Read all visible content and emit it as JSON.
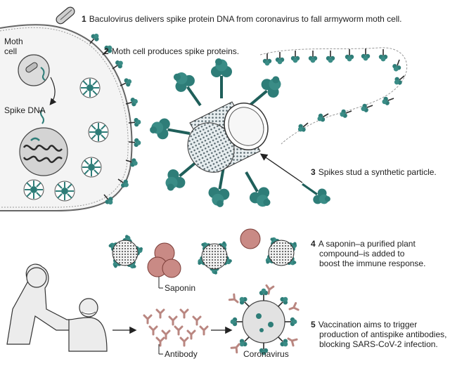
{
  "steps": [
    {
      "num": "1",
      "text": "Baculovirus delivers spike protein DNA from coronavirus to fall armyworm moth cell."
    },
    {
      "num": "2",
      "text": "Moth cell produces spike proteins."
    },
    {
      "num": "3",
      "text": "Spikes stud a synthetic particle."
    },
    {
      "num": "4",
      "lines": [
        "A saponin–a purified plant",
        "compound–is added to",
        "boost the immune response."
      ]
    },
    {
      "num": "5",
      "lines": [
        "Vaccination aims to trigger",
        "production of antispike antibodies,",
        "blocking SARS-CoV-2 infection."
      ]
    }
  ],
  "labels": {
    "moth_cell_line1": "Moth",
    "moth_cell_line2": "cell",
    "spike_dna": "Spike DNA",
    "saponin": "Saponin",
    "antibody": "Antibody",
    "coronavirus": "Coronavirus"
  },
  "colors": {
    "spike_teal": "#2e7d78",
    "spike_dark": "#1f5f5a",
    "saponin_red": "#b5706a",
    "antibody_pink": "#c89590",
    "nucleus_gray": "#d4d4d4",
    "outline": "#333333"
  }
}
